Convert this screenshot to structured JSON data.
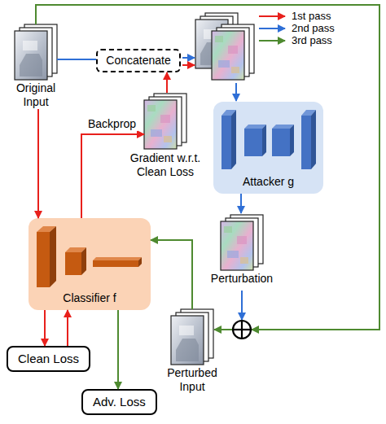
{
  "diagram": {
    "nodes": [
      {
        "text": [
          "Original Input"
        ]
      },
      {
        "text": [
          "Concatenate"
        ]
      },
      {
        "text": [
          "Gradient w.r.t. Clean Loss"
        ]
      },
      {
        "text": [
          "Attacker g"
        ]
      },
      {
        "text": [
          "Classifier f"
        ]
      },
      {
        "text": [
          "Perturbation"
        ]
      },
      {
        "text": [
          "Clean Loss"
        ]
      },
      {
        "text": [
          "Perturbed Input"
        ]
      },
      {
        "text": [
          "Adv. Loss"
        ]
      }
    ],
    "edges": [
      {
        "from": 0,
        "to": 1,
        "arrow": "none"
      },
      {
        "from": 0,
        "to": 4,
        "arrow": "to"
      },
      {
        "from": 4,
        "to": 6,
        "arrow": "to"
      },
      {
        "from": 6,
        "to": 4,
        "arrow": "to"
      },
      {
        "from": 4,
        "to": 2,
        "label": "Backprop",
        "arrow": "to"
      },
      {
        "from": 2,
        "to": 1,
        "arrow": "to"
      },
      {
        "from": 3,
        "to": 5,
        "arrow": "to"
      },
      {
        "from": 7,
        "to": 4,
        "arrow": "to"
      },
      {
        "from": 4,
        "to": 8,
        "arrow": "to"
      }
    ],
    "legend": [
      {
        "text": "1st pass"
      },
      {
        "text": "2nd pass"
      },
      {
        "text": "3rd pass"
      }
    ]
  }
}
